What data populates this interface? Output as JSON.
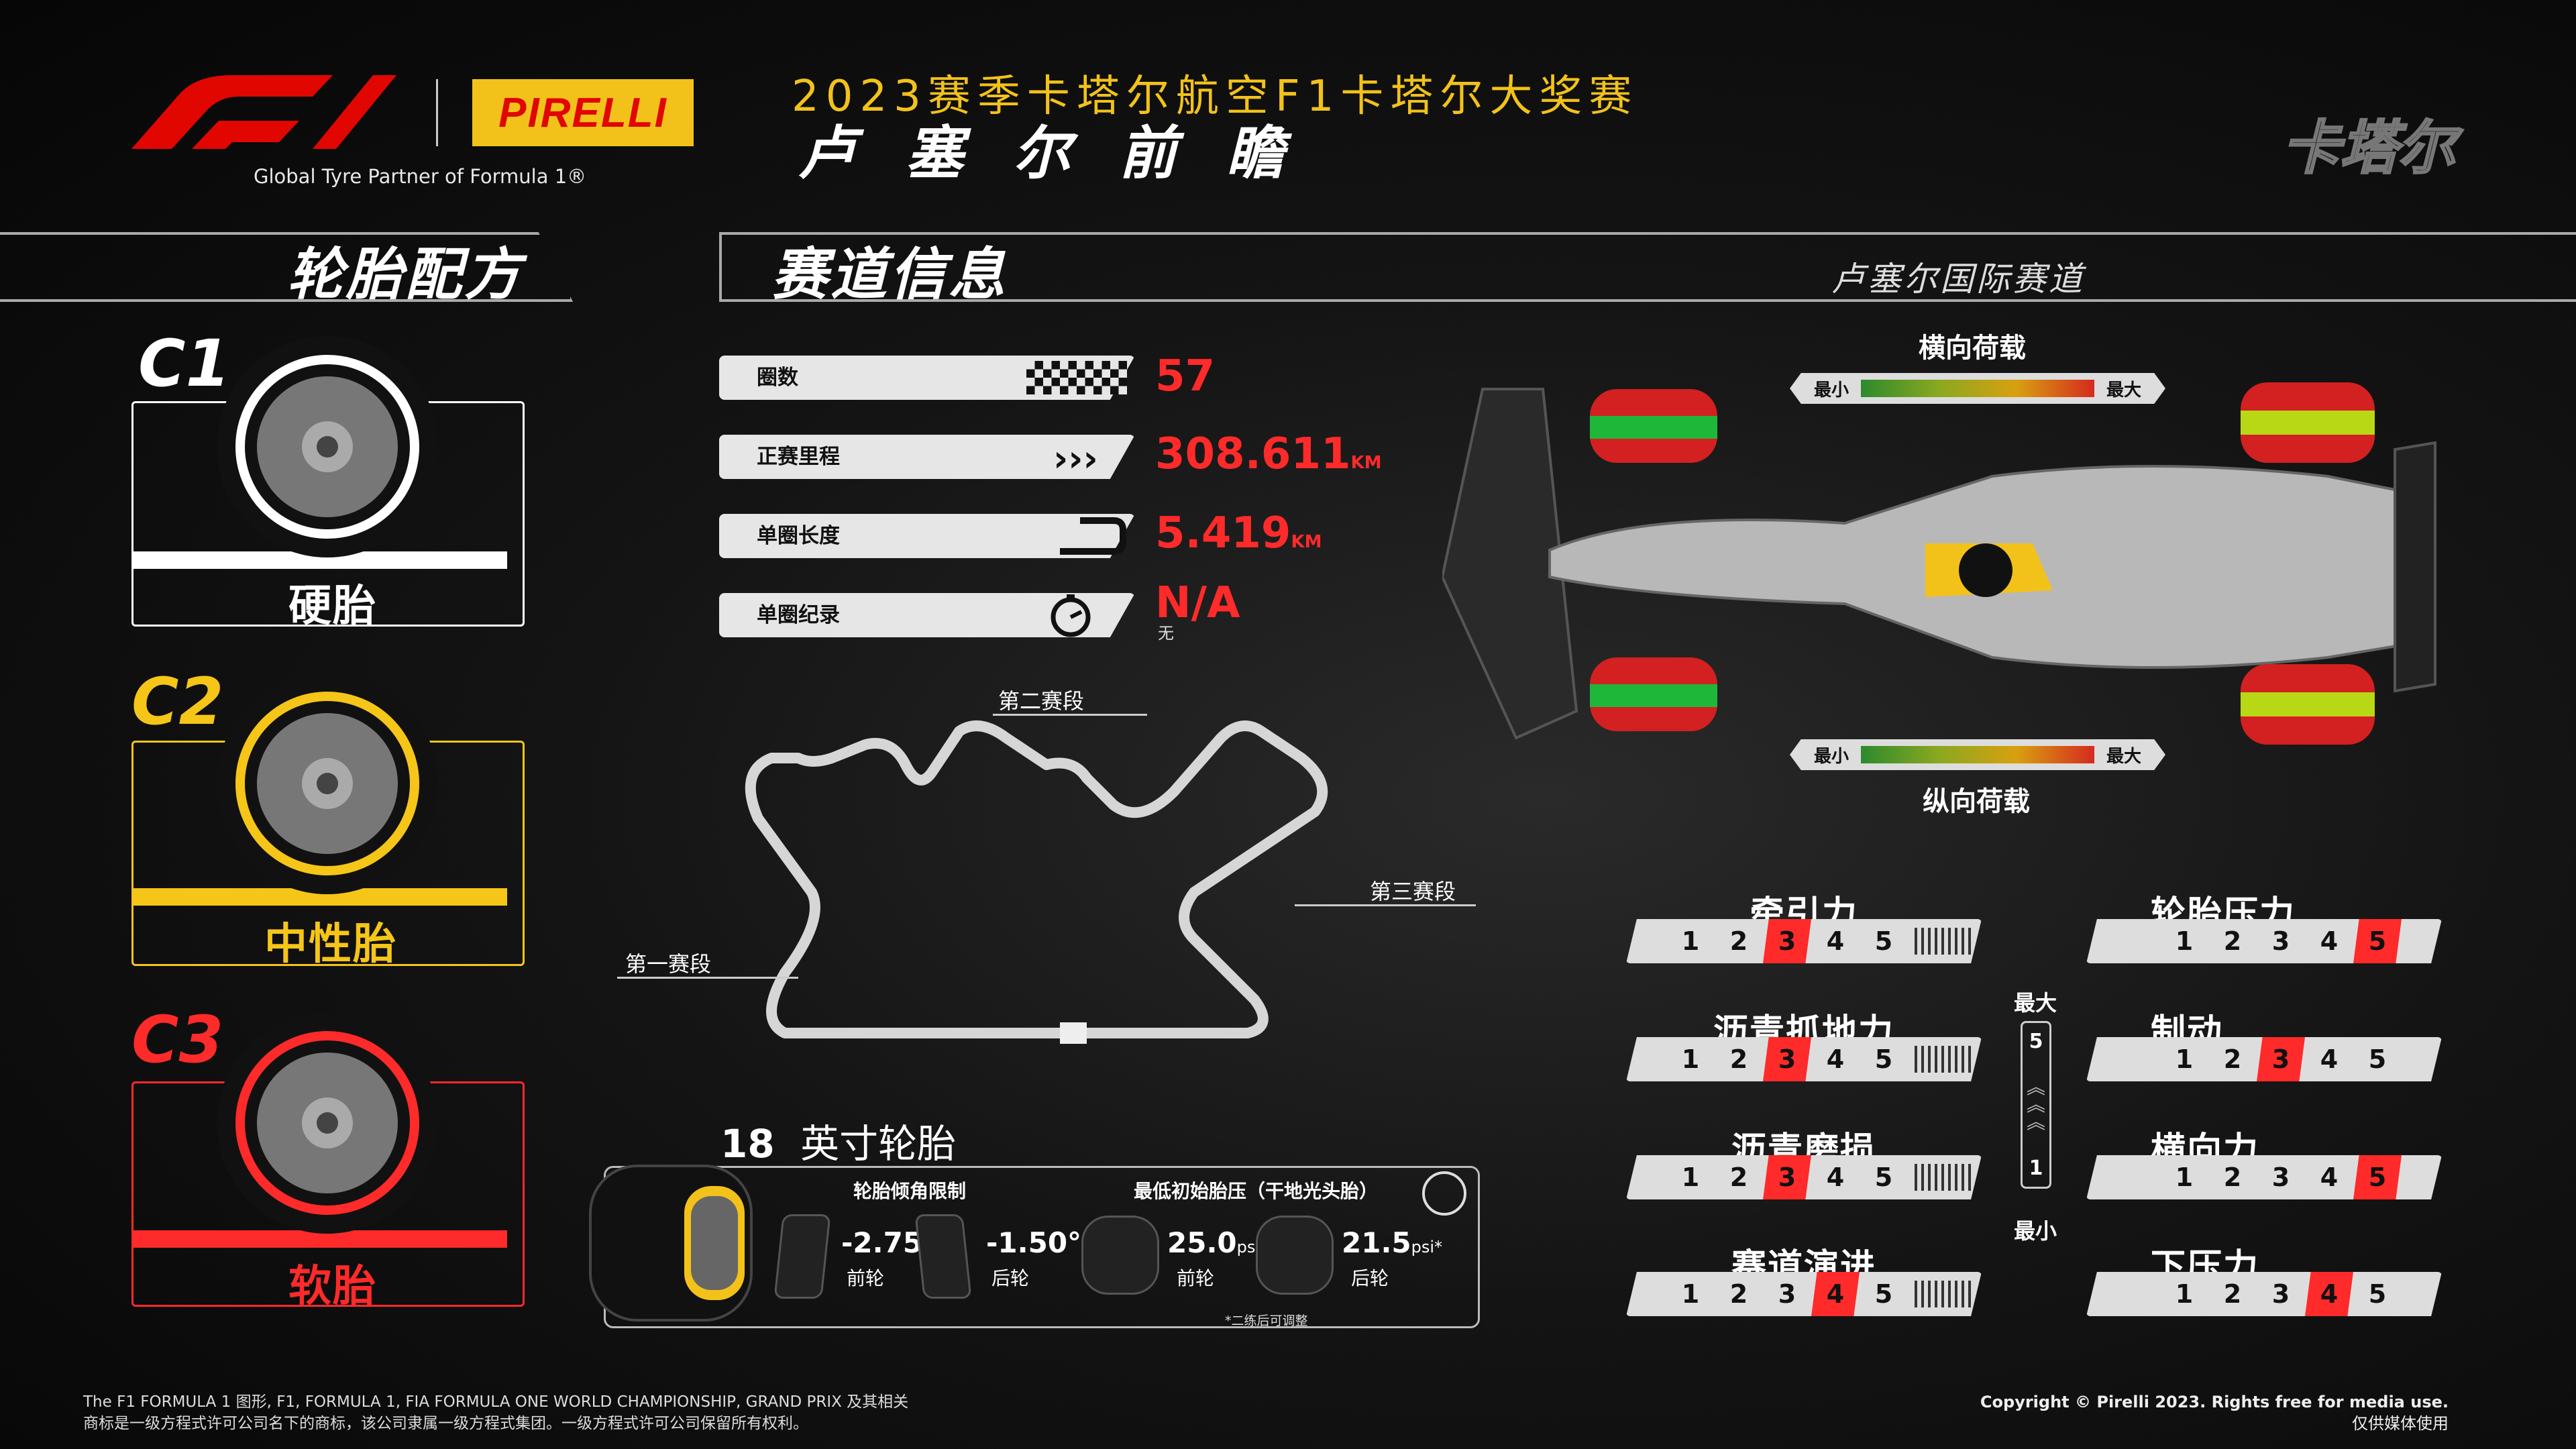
{
  "header": {
    "title_cn": "2023赛季卡塔尔航空F1卡塔尔大奖赛",
    "subtitle_left": "卢 塞 尔",
    "subtitle_right": "前 瞻",
    "city": "卡塔尔",
    "partner": "Global Tyre Partner of Formula 1®",
    "pirelli": "PIRELLI",
    "f1_logo": "F1"
  },
  "compounds": {
    "title": "轮胎配方",
    "items": [
      {
        "code": "C1",
        "name": "硬胎",
        "color": "#ffffff"
      },
      {
        "code": "C2",
        "name": "中性胎",
        "color": "#f5c518"
      },
      {
        "code": "C3",
        "name": "软胎",
        "color": "#ff2a2a"
      }
    ]
  },
  "circuit": {
    "title": "赛道信息",
    "name": "卢塞尔国际赛道",
    "stats": [
      {
        "label": "圈数",
        "value": "57",
        "unit": "",
        "note": ""
      },
      {
        "label": "正赛里程",
        "value": "308.611",
        "unit": "KM",
        "note": ""
      },
      {
        "label": "单圈长度",
        "value": "5.419",
        "unit": "KM",
        "note": ""
      },
      {
        "label": "单圈纪录",
        "value": "N/A",
        "unit": "",
        "note": "无"
      }
    ],
    "sectors": {
      "s1": "第一赛段",
      "s2": "第二赛段",
      "s3": "第三赛段"
    }
  },
  "loads": {
    "lateral": "横向荷载",
    "longitudinal": "纵向荷载",
    "min": "最小",
    "max": "最大",
    "lateral_level": 0.9,
    "longitudinal_level": 0.7
  },
  "tyre_18": {
    "title_num": "18",
    "title_text": "英寸轮胎",
    "camber_title": "轮胎倾角限制",
    "pressure_title": "最低初始胎压（干地光头胎）",
    "front_camber": "-2.75°",
    "rear_camber": "-1.50°",
    "front_pressure": "25.0",
    "rear_pressure": "21.5",
    "psi_unit": "psi*",
    "front_label": "前轮",
    "rear_label": "后轮",
    "note": "*二练后可调整"
  },
  "ratings": {
    "scale_max": "最大",
    "scale_min": "最小",
    "scale_5": "5",
    "scale_1": "1",
    "left": [
      {
        "name": "牵引力",
        "value": 3
      },
      {
        "name": "沥青抓地力",
        "value": 3
      },
      {
        "name": "沥青磨损",
        "value": 3
      },
      {
        "name": "赛道演进",
        "value": 4
      }
    ],
    "right": [
      {
        "name": "轮胎压力",
        "value": 5
      },
      {
        "name": "制动",
        "value": 3
      },
      {
        "name": "横向力",
        "value": 5
      },
      {
        "name": "下压力",
        "value": 4
      }
    ],
    "numbers": [
      "1",
      "2",
      "3",
      "4",
      "5"
    ]
  },
  "footer": {
    "legal1": "The F1 FORMULA 1 图形, F1, FORMULA 1, FIA FORMULA ONE WORLD CHAMPIONSHIP, GRAND PRIX 及其相关",
    "legal2": "商标是一级方程式许可公司名下的商标，该公司隶属一级方程式集团。一级方程式许可公司保留所有权利。",
    "copyright": "Copyright © Pirelli 2023. Rights free for media use.",
    "media": "仅供媒体使用"
  },
  "colors": {
    "red": "#ff2a2a",
    "yellow": "#f5c518",
    "white": "#ffffff"
  }
}
